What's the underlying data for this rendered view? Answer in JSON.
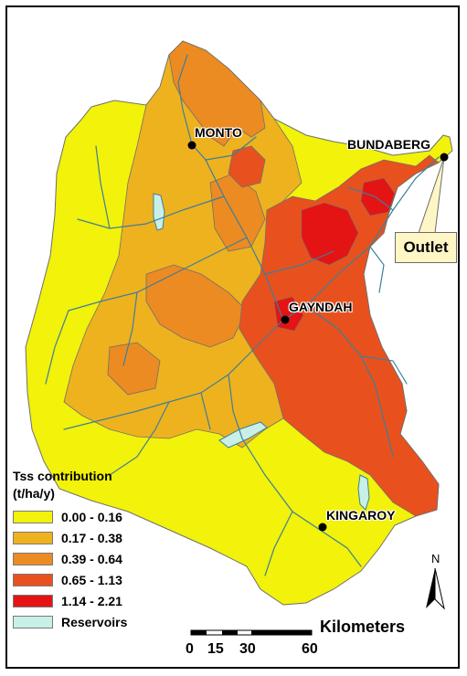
{
  "towns": {
    "monto": "MONTO",
    "bundaberg": "BUNDABERG",
    "gayndah": "GAYNDAH",
    "kingaroy": "KINGAROY"
  },
  "callout": {
    "outlet": "Outlet"
  },
  "legend": {
    "title_line1": "Tss contribution",
    "title_line2": "(t/ha/y)",
    "classes": [
      {
        "label": "0.00 - 0.16",
        "color": "#f2f20a"
      },
      {
        "label": "0.17 - 0.38",
        "color": "#eeb21e"
      },
      {
        "label": "0.39 - 0.64",
        "color": "#ec8b22"
      },
      {
        "label": "0.65 - 1.13",
        "color": "#e8511d"
      },
      {
        "label": "1.14 - 2.21",
        "color": "#e41414"
      }
    ],
    "reservoirs": {
      "label": "Reservoirs",
      "color": "#c8f0e6"
    }
  },
  "scale": {
    "title": "Kilometers",
    "ticks": [
      "0",
      "15",
      "30",
      "60"
    ]
  },
  "north": {
    "label": "N"
  },
  "colors": {
    "stream": "#3e7f99",
    "boundary": "#6f6f6f"
  }
}
